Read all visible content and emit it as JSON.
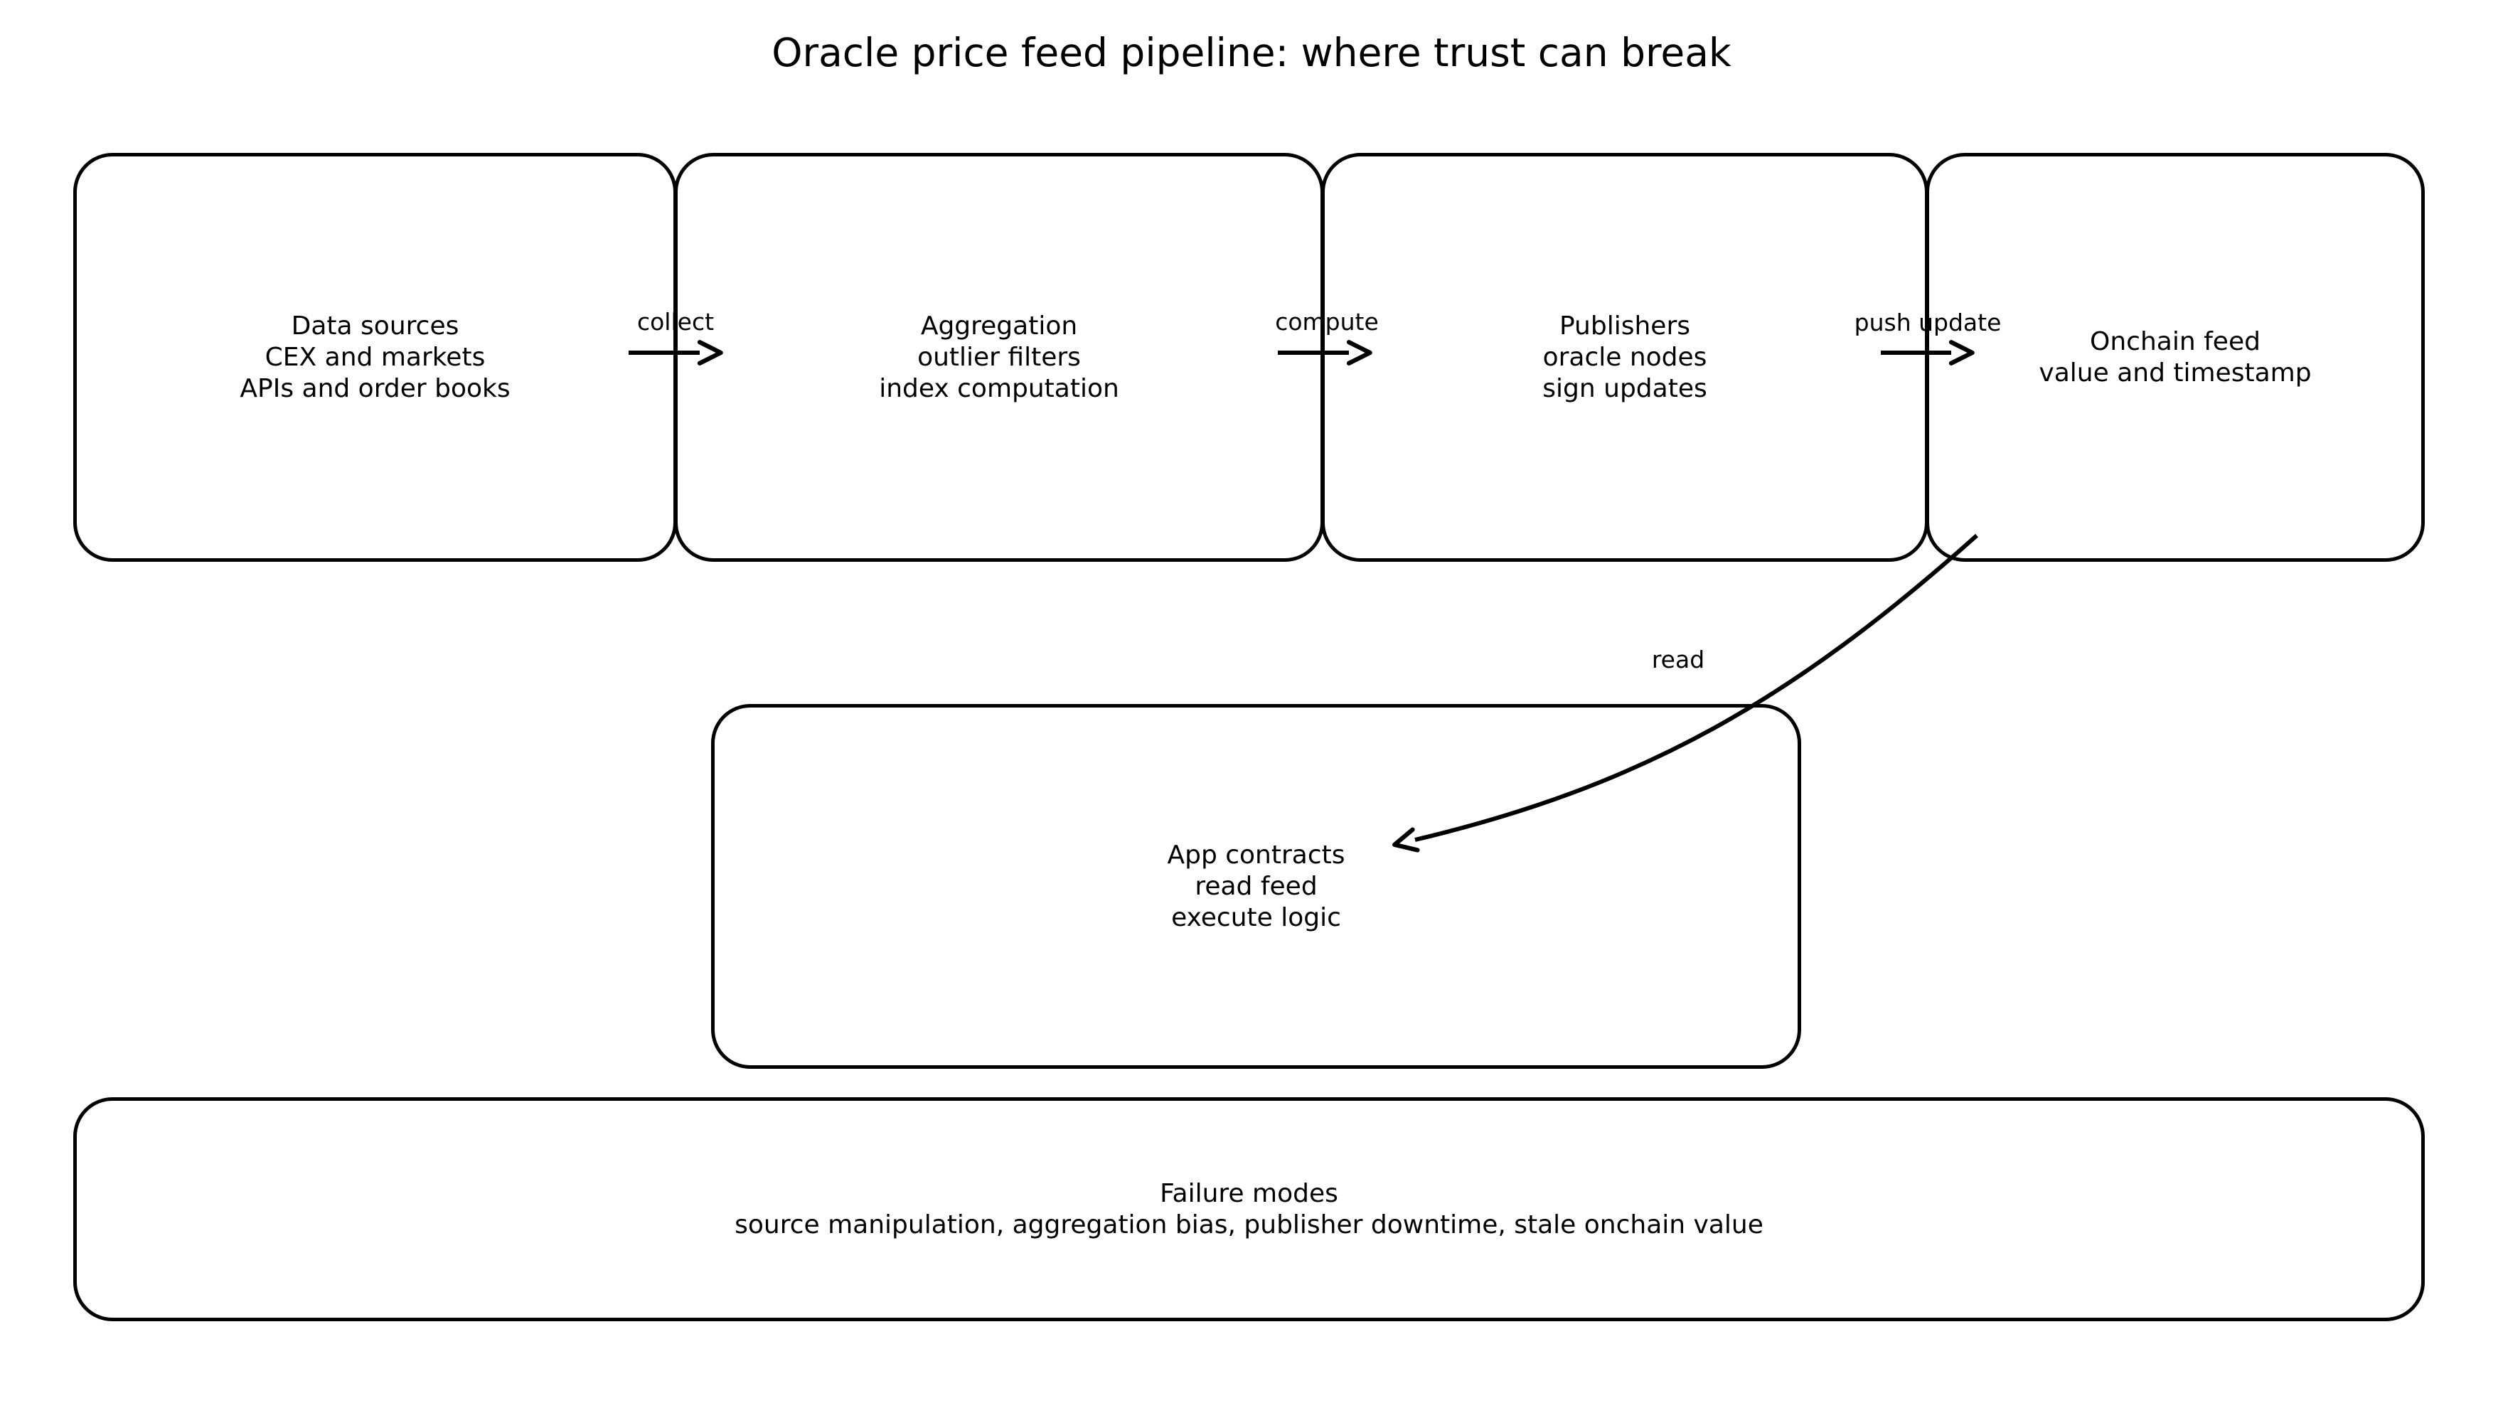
{
  "title": "Oracle price feed pipeline: where trust can break",
  "stages": [
    {
      "id": "data-sources",
      "lines": [
        "Data sources",
        "CEX and markets",
        "APIs and order books"
      ]
    },
    {
      "id": "aggregation",
      "lines": [
        "Aggregation",
        "outlier filters",
        "index computation"
      ]
    },
    {
      "id": "publishers",
      "lines": [
        "Publishers",
        "oracle nodes",
        "sign updates"
      ]
    },
    {
      "id": "onchain-feed",
      "lines": [
        "Onchain feed",
        "value and timestamp"
      ]
    }
  ],
  "edges": {
    "collect": "collect",
    "compute": "compute",
    "push_update": "push update",
    "read": "read"
  },
  "app_contracts": {
    "lines": [
      "App contracts",
      "read feed",
      "execute logic"
    ]
  },
  "failure_modes": {
    "lines": [
      "Failure modes",
      "source manipulation, aggregation bias, publisher downtime, stale onchain value"
    ]
  },
  "colors": {
    "ink": "#000000",
    "background": "#ffffff"
  }
}
